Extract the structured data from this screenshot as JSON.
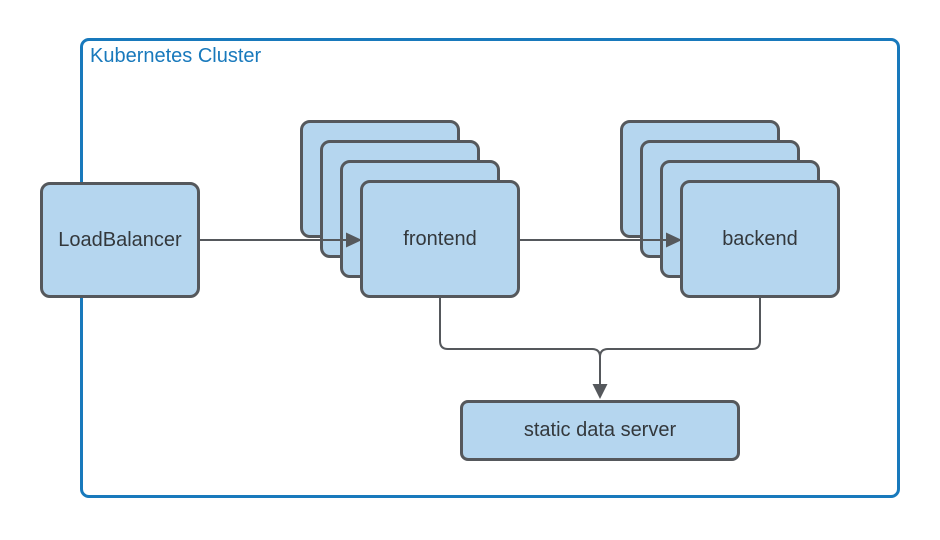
{
  "diagram": {
    "title": "Kubernetes Cluster"
  },
  "nodes": {
    "load_balancer": {
      "label": "LoadBalancer",
      "replicas": 1
    },
    "frontend": {
      "label": "frontend",
      "replicas": 4
    },
    "backend": {
      "label": "backend",
      "replicas": 4
    },
    "static_server": {
      "label": "static data server",
      "replicas": 1
    }
  },
  "edges": [
    {
      "from": "LoadBalancer",
      "to": "frontend",
      "arrow": true
    },
    {
      "from": "frontend",
      "to": "backend",
      "arrow": true
    },
    {
      "from": "frontend",
      "to": "static data server",
      "arrow": true
    },
    {
      "from": "backend",
      "to": "static data server",
      "arrow": true
    }
  ],
  "colors": {
    "background": "#ffffff",
    "cluster_border": "#1879bc",
    "cluster_title": "#1879bc",
    "node_fill": "#b5d6ef",
    "node_border": "#55585c",
    "node_text": "#33383c",
    "connector": "#55585c"
  }
}
